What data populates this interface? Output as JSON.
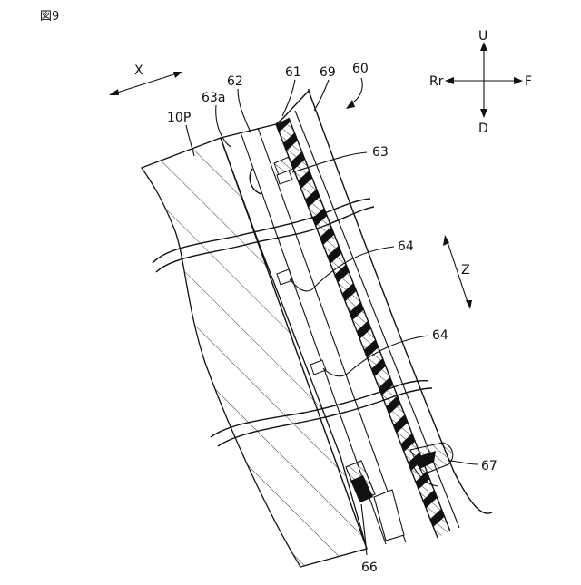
{
  "figure": {
    "label": "図9"
  },
  "direction_labels": {
    "up": "U",
    "down": "D",
    "rear": "Rr",
    "front": "F",
    "x_axis": "X",
    "z_axis": "Z"
  },
  "reference_labels": {
    "assembly": "60",
    "part_61": "61",
    "part_62": "62",
    "part_63": "63",
    "part_63a": "63a",
    "part_64_upper": "64",
    "part_64_lower": "64",
    "part_66": "66",
    "part_67": "67",
    "part_69": "69",
    "panel_10P": "10P"
  },
  "colors": {
    "line": "#111111",
    "fill_dark": "#111111",
    "background": "#ffffff"
  }
}
